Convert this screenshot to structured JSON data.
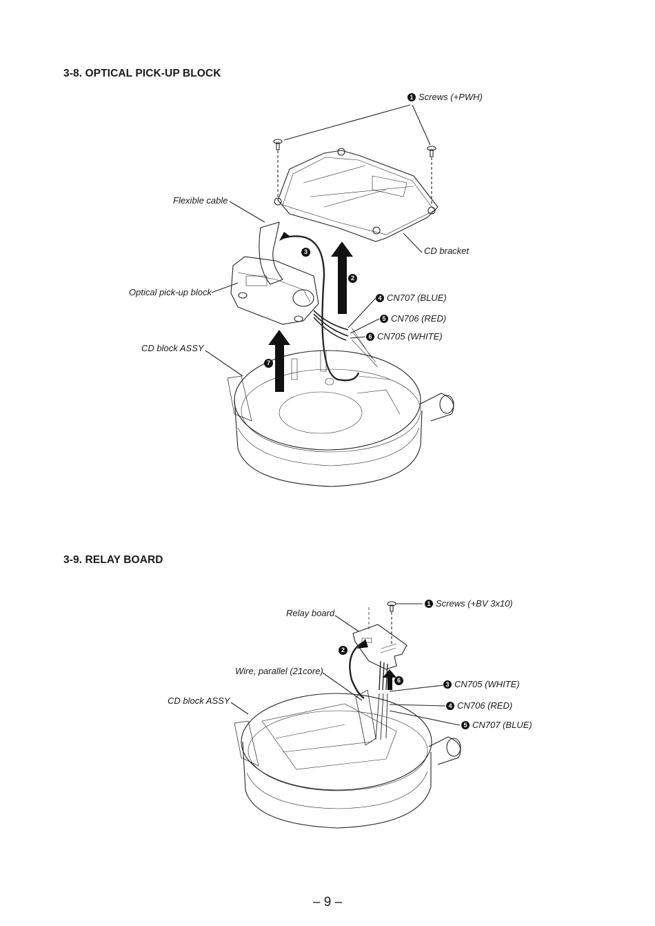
{
  "sections": [
    {
      "title": "3-8. OPTICAL PICK-UP BLOCK",
      "labels": {
        "screws": {
          "num": "1",
          "text": "Screws (+PWH)"
        },
        "flexible_cable": "Flexible cable",
        "cd_bracket": "CD bracket",
        "optical_pickup": "Optical pick-up block",
        "cd_block_assy": "CD block ASSY",
        "cn707": {
          "num": "4",
          "text": "CN707 (BLUE)"
        },
        "cn706": {
          "num": "5",
          "text": "CN706 (RED)"
        },
        "cn705": {
          "num": "6",
          "text": "CN705 (WHITE)"
        }
      },
      "callouts": [
        "2",
        "3",
        "7"
      ]
    },
    {
      "title": "3-9. RELAY BOARD",
      "labels": {
        "screws": {
          "num": "1",
          "text": "Screws (+BV 3x10)"
        },
        "relay_board": "Relay board",
        "wire_parallel": "Wire, parallel (21core)",
        "cd_block_assy": "CD block ASSY",
        "cn705": {
          "num": "3",
          "text": "CN705 (WHITE)"
        },
        "cn706": {
          "num": "4",
          "text": "CN706 (RED)"
        },
        "cn707": {
          "num": "5",
          "text": "CN707 (BLUE)"
        }
      },
      "callouts": [
        "2",
        "6"
      ]
    }
  ],
  "page_number": "– 9 –"
}
